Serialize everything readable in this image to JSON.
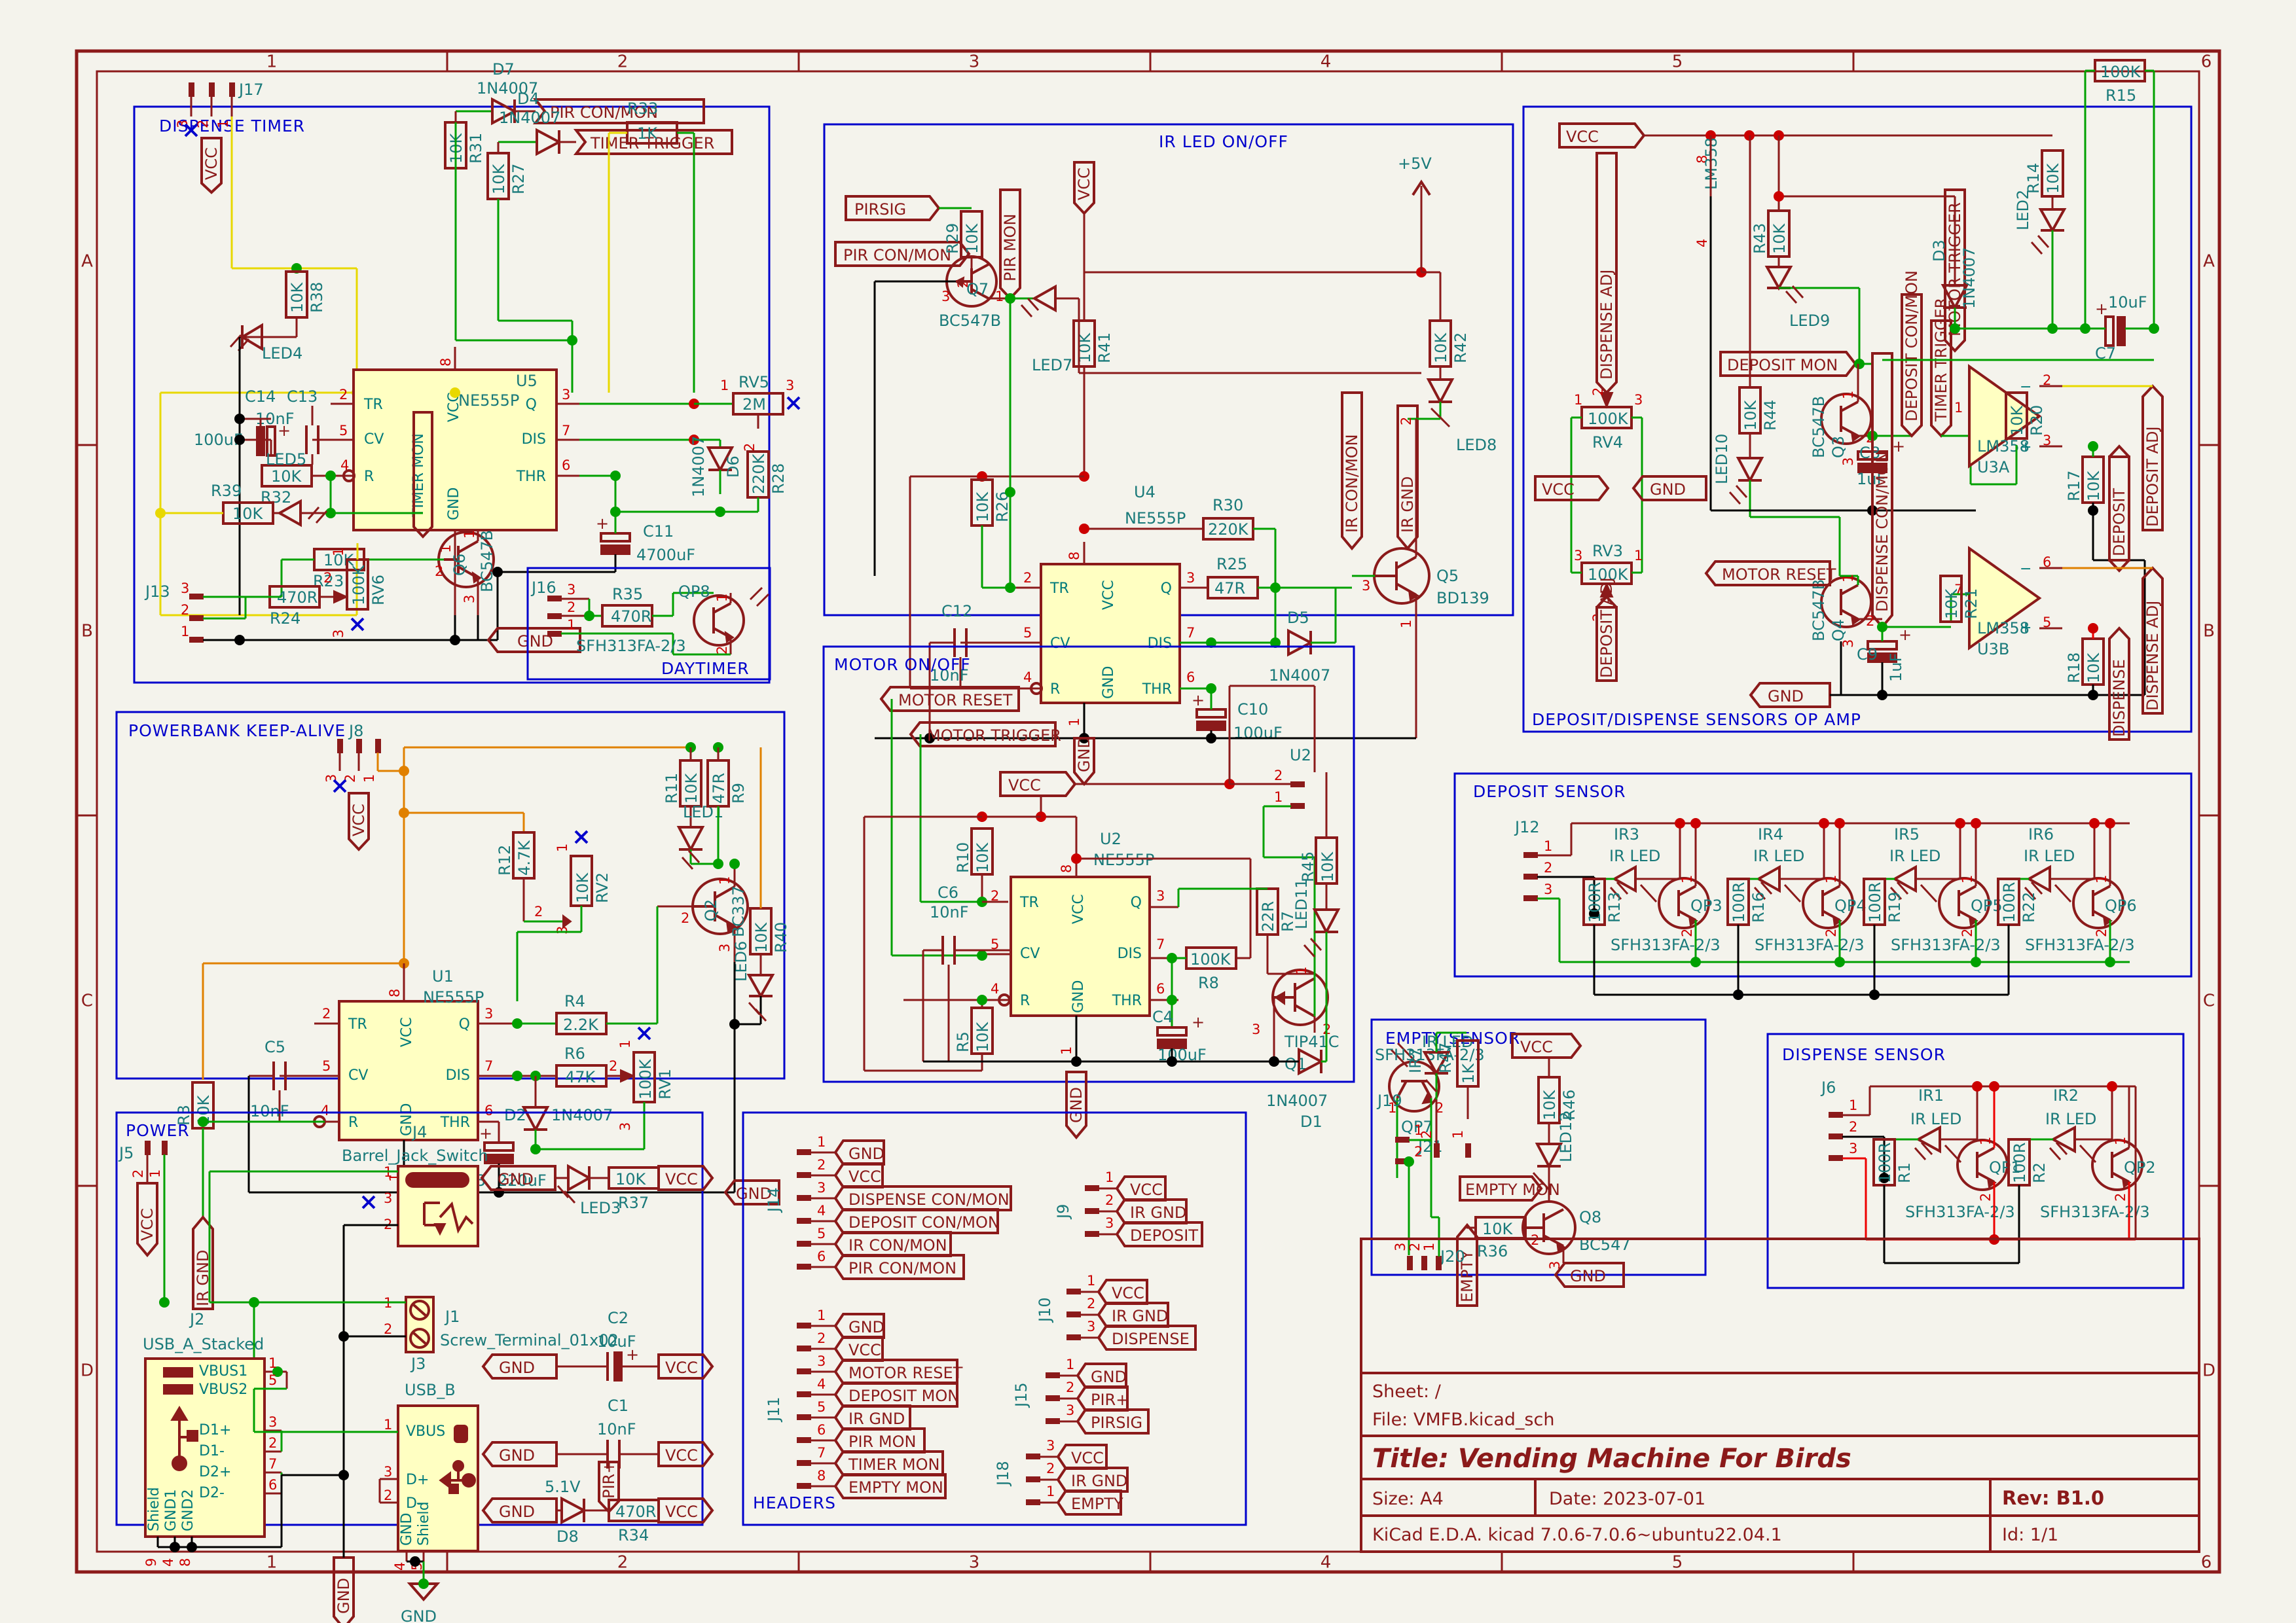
{
  "sheet": {
    "background": "#f4f3ec",
    "wire_color": "#8b1a1a",
    "net_color": "#00a000",
    "value_color": "#1a7a7a",
    "block_color": "#0000cc",
    "zone_cols": [
      "1",
      "2",
      "3",
      "4",
      "5",
      "6"
    ],
    "zone_rows": [
      "A",
      "B",
      "C",
      "D"
    ]
  },
  "title_block": {
    "sheet": "Sheet: /",
    "file": "File: VMFB.kicad_sch",
    "title": "Title: Vending Machine For Birds",
    "size": "Size: A4",
    "date": "Date: 2023-07-01",
    "rev": "Rev: B1.0",
    "tool": "KiCad E.D.A.  kicad 7.0.6-7.0.6~ubuntu22.04.1",
    "id": "Id: 1/1"
  },
  "blocks": {
    "dispense_timer": "DISPENSE TIMER",
    "daytimer": "DAYTIMER",
    "ir_led_onoff": "IR LED ON/OFF",
    "opamp": "DEPOSIT/DISPENSE SENSORS OP AMP",
    "powerbank": "POWERBANK KEEP-ALIVE",
    "motor_onoff": "MOTOR ON/OFF",
    "deposit_sensor": "DEPOSIT SENSOR",
    "empty_sensor": "EMPTY SENSOR",
    "dispense_sensor": "DISPENSE SENSOR",
    "power": "POWER",
    "headers": "HEADERS"
  },
  "dispense_timer": {
    "connectors": [
      {
        "ref": "J17",
        "pins": [
          "1",
          "2",
          "3"
        ]
      },
      {
        "ref": "J13",
        "pins": [
          "1",
          "2",
          "3"
        ]
      }
    ],
    "ics": [
      {
        "ref": "U5",
        "value": "NE555P",
        "pins": [
          "TR",
          "CV",
          "R",
          "VCC",
          "GND",
          "Q",
          "DIS",
          "THR"
        ],
        "pinnos": [
          "2",
          "5",
          "4",
          "8",
          "1",
          "3",
          "7",
          "6"
        ]
      }
    ],
    "resistors": [
      {
        "ref": "R38",
        "value": "10K"
      },
      {
        "ref": "R31",
        "value": "10K"
      },
      {
        "ref": "R27",
        "value": "10K"
      },
      {
        "ref": "R33",
        "value": "1K"
      },
      {
        "ref": "R32",
        "value": "10K"
      },
      {
        "ref": "R39",
        "value": "10K"
      },
      {
        "ref": "R23",
        "value": "10K"
      },
      {
        "ref": "R24",
        "value": "470R"
      },
      {
        "ref": "R28",
        "value": "220K"
      }
    ],
    "pots": [
      {
        "ref": "RV5",
        "value": "2M"
      },
      {
        "ref": "RV6",
        "value": "100K"
      }
    ],
    "caps": [
      {
        "ref": "C13",
        "value": "10nF"
      },
      {
        "ref": "C14",
        "value": "100uF"
      },
      {
        "ref": "C11",
        "value": "4700uF"
      }
    ],
    "diodes": [
      {
        "ref": "D7",
        "value": "1N4007"
      },
      {
        "ref": "D4",
        "value": "1N4007"
      },
      {
        "ref": "D6",
        "value": "1N4007"
      }
    ],
    "leds": [
      "LED4",
      "LED5"
    ],
    "transistors": [
      {
        "ref": "Q6",
        "value": "BC547B"
      }
    ],
    "labels": [
      "PIR CON/MON",
      "TIMER TRIGGER",
      "TIMER MON",
      "VCC",
      "GND"
    ]
  },
  "daytimer": {
    "connector": {
      "ref": "J16",
      "pins": [
        "1",
        "2",
        "3"
      ]
    },
    "resistor": {
      "ref": "R35",
      "value": "470R"
    },
    "phototransistor": {
      "ref": "QP8",
      "value": "SFH313FA-2/3"
    }
  },
  "ir_led_onoff": {
    "ic": {
      "ref": "U4",
      "value": "NE555P"
    },
    "resistors": [
      {
        "ref": "R29",
        "value": "10K"
      },
      {
        "ref": "R41",
        "value": "10K"
      },
      {
        "ref": "R26",
        "value": "10K"
      },
      {
        "ref": "R30",
        "value": "220K"
      },
      {
        "ref": "R25",
        "value": "47R"
      },
      {
        "ref": "R42",
        "value": "10K"
      }
    ],
    "caps": [
      {
        "ref": "C12",
        "value": "10nF"
      },
      {
        "ref": "C10",
        "value": "100uF"
      }
    ],
    "diodes": [
      {
        "ref": "D5",
        "value": "1N4007"
      }
    ],
    "leds": [
      "LED7",
      "LED8"
    ],
    "transistors": [
      {
        "ref": "Q7",
        "value": "BC547B"
      },
      {
        "ref": "Q5",
        "value": "BD139"
      }
    ],
    "labels": [
      "PIRSIG",
      "PIR CON/MON",
      "PIR MON",
      "VCC",
      "+5V",
      "IR CON/MON",
      "IR GND",
      "GND"
    ]
  },
  "opamp": {
    "ics": [
      {
        "ref": "U3A",
        "value": "LM358",
        "pins": [
          "1",
          "2",
          "3"
        ]
      },
      {
        "ref": "U3B",
        "value": "LM358",
        "pins": [
          "7",
          "6",
          "5"
        ]
      },
      {
        "ref": "",
        "value": "LM358",
        "power_pins": [
          "8",
          "4"
        ]
      }
    ],
    "resistors": [
      {
        "ref": "R43",
        "value": "10K"
      },
      {
        "ref": "R44",
        "value": "10K"
      },
      {
        "ref": "R14",
        "value": "10K"
      },
      {
        "ref": "R15",
        "value": "100K"
      },
      {
        "ref": "R20",
        "value": "10K"
      },
      {
        "ref": "R21",
        "value": "10K"
      },
      {
        "ref": "R17",
        "value": "10K"
      },
      {
        "ref": "R18",
        "value": "10K"
      }
    ],
    "pots": [
      {
        "ref": "RV4",
        "value": "100K"
      },
      {
        "ref": "RV3",
        "value": "100K"
      }
    ],
    "caps": [
      {
        "ref": "C7",
        "value": "10uF"
      },
      {
        "ref": "C8",
        "value": "1uF"
      },
      {
        "ref": "C9",
        "value": "1uF"
      }
    ],
    "diodes": [
      {
        "ref": "D3",
        "value": "1N4007"
      }
    ],
    "leds": [
      "LED2",
      "LED9",
      "LED10"
    ],
    "transistors": [
      {
        "ref": "Q3",
        "value": "BC547B"
      },
      {
        "ref": "Q4",
        "value": "BC547B"
      }
    ],
    "labels": [
      "VCC",
      "GND",
      "DISPENSE ADJ",
      "DEPOSIT ADJ",
      "DEPOSIT MON",
      "MOTOR RESET",
      "MOTOR TRIGGER",
      "DEPOSIT CON/MON",
      "TIMER TRIGGER",
      "DISPENSE CON/MON",
      "DEPOSIT",
      "DISPENSE",
      "DISPENSE ADJ",
      "DEPOSIT ADJ"
    ]
  },
  "powerbank": {
    "connector": {
      "ref": "J8",
      "pins": [
        "1",
        "2",
        "3"
      ]
    },
    "ic": {
      "ref": "U1",
      "value": "NE555P"
    },
    "resistors": [
      {
        "ref": "R3",
        "value": "10K"
      },
      {
        "ref": "R12",
        "value": "4.7K"
      },
      {
        "ref": "R4",
        "value": "2.2K"
      },
      {
        "ref": "R6",
        "value": "47K"
      },
      {
        "ref": "R11",
        "value": "10K"
      },
      {
        "ref": "R9",
        "value": "47R"
      },
      {
        "ref": "R40",
        "value": "10K"
      }
    ],
    "pots": [
      {
        "ref": "RV2",
        "value": "10K"
      },
      {
        "ref": "RV1",
        "value": "100K"
      }
    ],
    "caps": [
      {
        "ref": "C5",
        "value": "10nF"
      },
      {
        "ref": "C3",
        "value": "220uF"
      }
    ],
    "diodes": [
      {
        "ref": "D2",
        "value": "1N4007"
      }
    ],
    "leds": [
      "LED1",
      "LED6"
    ],
    "transistors": [
      {
        "ref": "Q2",
        "value": "BC337"
      }
    ],
    "labels": [
      "VCC",
      "IR GND",
      "GND"
    ]
  },
  "motor_onoff": {
    "ic": {
      "ref": "U2",
      "value": "NE555P"
    },
    "connector": {
      "ref": "J7",
      "pins": [
        "1",
        "2"
      ]
    },
    "resistors": [
      {
        "ref": "R10",
        "value": "10K"
      },
      {
        "ref": "R5",
        "value": "10K"
      },
      {
        "ref": "R8",
        "value": "100K"
      },
      {
        "ref": "R7",
        "value": "22R"
      },
      {
        "ref": "R45",
        "value": "10K"
      }
    ],
    "caps": [
      {
        "ref": "C6",
        "value": "10nF"
      },
      {
        "ref": "C4",
        "value": "100uF"
      }
    ],
    "diodes": [
      {
        "ref": "D1",
        "value": "1N4007"
      }
    ],
    "leds": [
      "LED11"
    ],
    "transistors": [
      {
        "ref": "Q1",
        "value": "TIP41C"
      }
    ],
    "labels": [
      "MOTOR RESET",
      "MOTOR TRIGGER",
      "VCC",
      "GND"
    ]
  },
  "deposit_sensor": {
    "connector": {
      "ref": "J12",
      "pins": [
        "1",
        "2",
        "3"
      ]
    },
    "channels": [
      {
        "led_ref": "IR3",
        "led_value": "IR LED",
        "res_ref": "R13",
        "res_value": "100R",
        "pt_ref": "QP3",
        "pt_value": "SFH313FA-2/3"
      },
      {
        "led_ref": "IR4",
        "led_value": "IR LED",
        "res_ref": "R16",
        "res_value": "100R",
        "pt_ref": "QP4",
        "pt_value": "SFH313FA-2/3"
      },
      {
        "led_ref": "IR5",
        "led_value": "IR LED",
        "res_ref": "R19",
        "res_value": "100R",
        "pt_ref": "QP5",
        "pt_value": "SFH313FA-2/3"
      },
      {
        "led_ref": "IR6",
        "led_value": "IR LED",
        "res_ref": "R22",
        "res_value": "100R",
        "pt_ref": "QP6",
        "pt_value": "SFH313FA-2/3"
      }
    ]
  },
  "dispense_sensor": {
    "connector": {
      "ref": "J6",
      "pins": [
        "1",
        "2",
        "3"
      ]
    },
    "channels": [
      {
        "led_ref": "IR1",
        "led_value": "IR LED",
        "res_ref": "R1",
        "res_value": "100R",
        "pt_ref": "QP1",
        "pt_value": "SFH313FA-2/3"
      },
      {
        "led_ref": "IR2",
        "led_value": "IR LED",
        "res_ref": "R2",
        "res_value": "100R",
        "pt_ref": "QP2",
        "pt_value": "SFH313FA-2/3"
      }
    ]
  },
  "empty_sensor": {
    "phototransistor": {
      "ref": "QP7",
      "value": "SFH313FA-2/3"
    },
    "ir_led": {
      "ref": "IR7",
      "value": "IR LED"
    },
    "connectors": [
      {
        "ref": "J19",
        "pins": [
          "1",
          "2"
        ]
      },
      {
        "ref": "J20",
        "pins": [
          "1",
          "2",
          "3"
        ]
      },
      {
        "ref": "J21",
        "pins": [
          "1",
          "2"
        ]
      }
    ],
    "resistors": [
      {
        "ref": "R47",
        "value": "1K"
      },
      {
        "ref": "R46",
        "value": "10K"
      },
      {
        "ref": "R36",
        "value": "10K"
      }
    ],
    "leds": [
      "LED12"
    ],
    "transistors": [
      {
        "ref": "Q8",
        "value": "BC547"
      }
    ],
    "labels": [
      "VCC",
      "GND",
      "EMPTY MON",
      "EMPTY"
    ]
  },
  "power": {
    "connectors": [
      {
        "ref": "J5",
        "pins": [
          "1",
          "2"
        ]
      },
      {
        "ref": "J4",
        "value": "Barrel_Jack_Switch",
        "pins": [
          "1",
          "2",
          "3"
        ]
      },
      {
        "ref": "J1",
        "value": "Screw_Terminal_01x02",
        "pins": [
          "1",
          "2"
        ]
      },
      {
        "ref": "J2",
        "value": "USB_A_Stacked",
        "pinnames": [
          "VBUS1",
          "VBUS2",
          "D1+",
          "D1-",
          "D2+",
          "D2-",
          "Shield",
          "GND1",
          "GND2"
        ],
        "pinnos": [
          "1",
          "5",
          "3",
          "2",
          "7",
          "6",
          "9",
          "4",
          "8"
        ]
      },
      {
        "ref": "J3",
        "value": "USB_B",
        "pinnames": [
          "VBUS",
          "D+",
          "D-",
          "GND",
          "Shield"
        ],
        "pinnos": [
          "1",
          "3",
          "2",
          "4",
          "5"
        ]
      }
    ],
    "resistors": [
      {
        "ref": "R37",
        "value": "10K"
      },
      {
        "ref": "R34",
        "value": "470R"
      }
    ],
    "caps": [
      {
        "ref": "C2",
        "value": "10uF"
      },
      {
        "ref": "C1",
        "value": "10nF"
      }
    ],
    "diodes": [
      {
        "ref": "D8",
        "value": "5.1V"
      }
    ],
    "leds": [
      "LED3"
    ],
    "labels": [
      "VCC",
      "GND",
      "PIR+"
    ]
  },
  "headers": {
    "J14": {
      "ref": "J14",
      "rows": [
        {
          "no": "1",
          "label": "GND"
        },
        {
          "no": "2",
          "label": "VCC"
        },
        {
          "no": "3",
          "label": "DISPENSE CON/MON"
        },
        {
          "no": "4",
          "label": "DEPOSIT CON/MON"
        },
        {
          "no": "5",
          "label": "IR CON/MON"
        },
        {
          "no": "6",
          "label": "PIR CON/MON"
        }
      ]
    },
    "J11": {
      "ref": "J11",
      "rows": [
        {
          "no": "1",
          "label": "GND"
        },
        {
          "no": "2",
          "label": "VCC"
        },
        {
          "no": "3",
          "label": "MOTOR RESET"
        },
        {
          "no": "4",
          "label": "DEPOSIT MON"
        },
        {
          "no": "5",
          "label": "IR GND"
        },
        {
          "no": "6",
          "label": "PIR MON"
        },
        {
          "no": "7",
          "label": "TIMER MON"
        },
        {
          "no": "8",
          "label": "EMPTY MON"
        }
      ]
    },
    "J9": {
      "ref": "J9",
      "rows": [
        {
          "no": "1",
          "label": "VCC"
        },
        {
          "no": "2",
          "label": "IR GND"
        },
        {
          "no": "3",
          "label": "DEPOSIT"
        }
      ]
    },
    "J10": {
      "ref": "J10",
      "rows": [
        {
          "no": "1",
          "label": "VCC"
        },
        {
          "no": "2",
          "label": "IR GND"
        },
        {
          "no": "3",
          "label": "DISPENSE"
        }
      ]
    },
    "J15": {
      "ref": "J15",
      "rows": [
        {
          "no": "1",
          "label": "GND"
        },
        {
          "no": "2",
          "label": "PIR+"
        },
        {
          "no": "3",
          "label": "PIRSIG"
        }
      ]
    },
    "J18": {
      "ref": "J18",
      "rows": [
        {
          "no": "3",
          "label": "VCC"
        },
        {
          "no": "2",
          "label": "IR GND"
        },
        {
          "no": "1",
          "label": "EMPTY"
        }
      ]
    }
  }
}
